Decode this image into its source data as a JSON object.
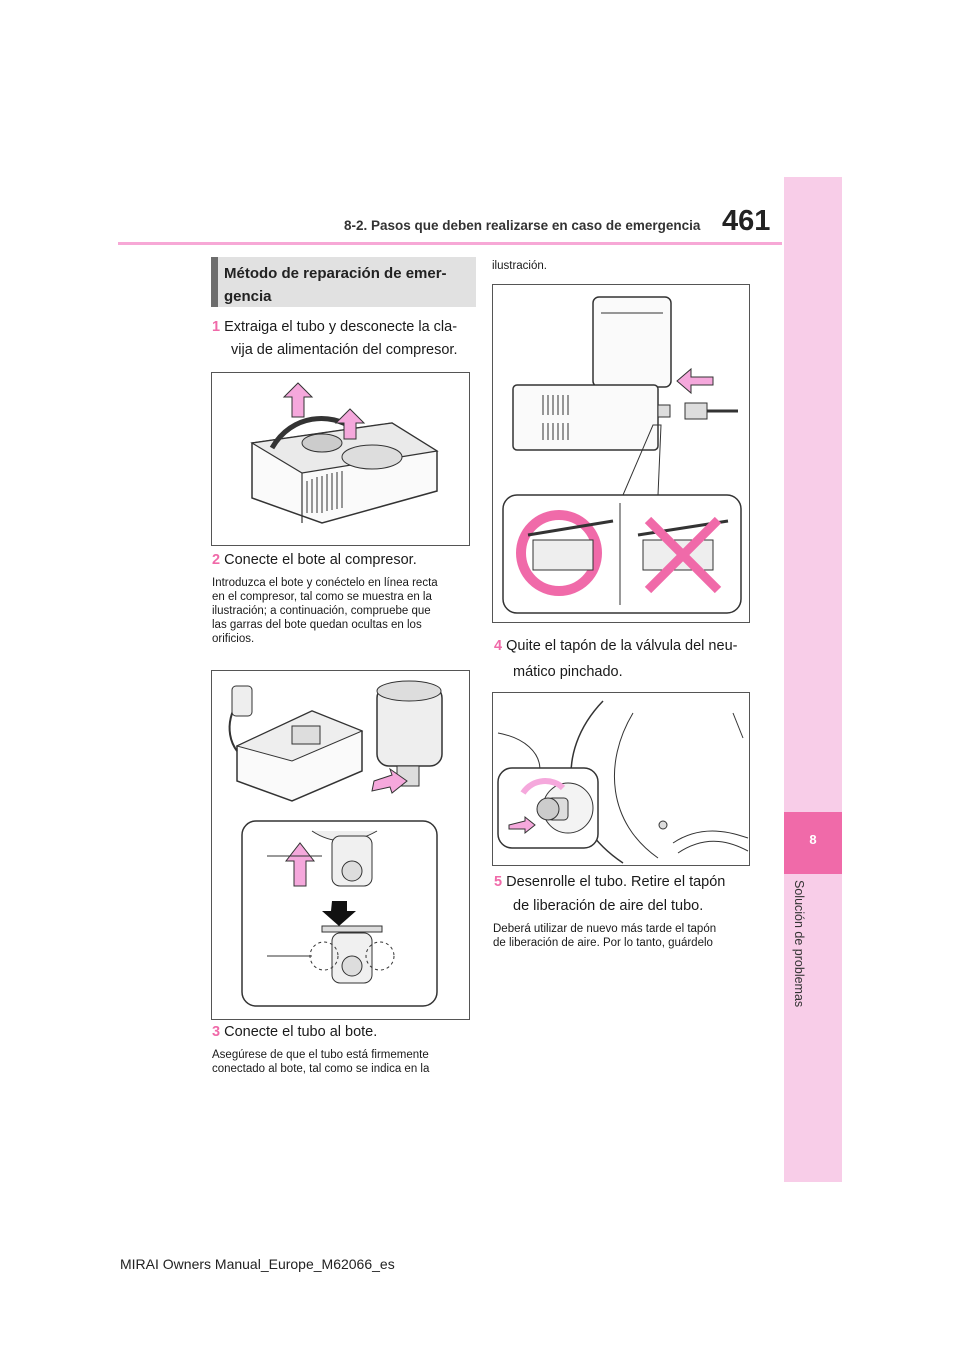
{
  "header": {
    "section": "8-2. Pasos que deben realizarse en caso de emergencia",
    "page_number": "461"
  },
  "sidebar": {
    "chapter_number": "8",
    "chapter_title": "Solución de problemas"
  },
  "section_title": "Método de reparación de emer-gencia",
  "steps": [
    {
      "num": "1",
      "line1": "Extraiga el tubo y desconecte la cla-",
      "line2": "vija de alimentación del compresor."
    },
    {
      "num": "2",
      "line1": "Conecte el bote al compresor."
    },
    {
      "num": "3",
      "line1": "Conecte el tubo al bote."
    },
    {
      "num": "4",
      "line1": "Quite el tapón de la válvula del neu-",
      "line2": "mático pinchado."
    },
    {
      "num": "5",
      "line1": "Desenrolle el tubo. Retire el tapón",
      "line2": "de liberación de aire del tubo."
    }
  ],
  "notes": {
    "step2": [
      "Introduzca el bote y conéctelo en línea recta",
      "en el compresor, tal como se muestra en la",
      "ilustración; a continuación, compruebe que",
      "las garras del bote quedan ocultas en los",
      "orificios."
    ],
    "step3": [
      "Asegúrese de que el tubo está firmemente",
      "conectado al bote, tal como se indica en la"
    ],
    "step3_cont": "ilustración.",
    "step5": [
      "Deberá utilizar de nuevo más tarde el tapón",
      "de liberación de aire. Por lo tanto, guárdelo"
    ]
  },
  "footer": "MIRAI Owners Manual_Europe_M62066_es",
  "colors": {
    "accent": "#f06aa9",
    "tab": "#f8cde8",
    "arrow": "#f5a8dc",
    "rule": "#f7a8d6"
  }
}
